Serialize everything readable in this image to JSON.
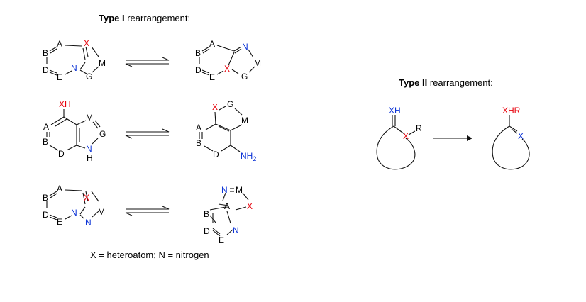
{
  "colors": {
    "black": "#111111",
    "red": "#e8000b",
    "blue": "#0a32d6"
  },
  "type1": {
    "bold": "Type I",
    "rest": " rearrangement:"
  },
  "type2": {
    "bold": "Type II",
    "rest": " rearrangement:"
  },
  "caption": "X = heteroatom; N = nitrogen",
  "atoms": {
    "A": "A",
    "B": "B",
    "D": "D",
    "E": "E",
    "G": "G",
    "M": "M",
    "X": "X",
    "N": "N",
    "H": "H",
    "XH": "XH",
    "XHR": "XHR",
    "R": "R",
    "NH2_main": "NH",
    "NH2_sub": "2"
  }
}
